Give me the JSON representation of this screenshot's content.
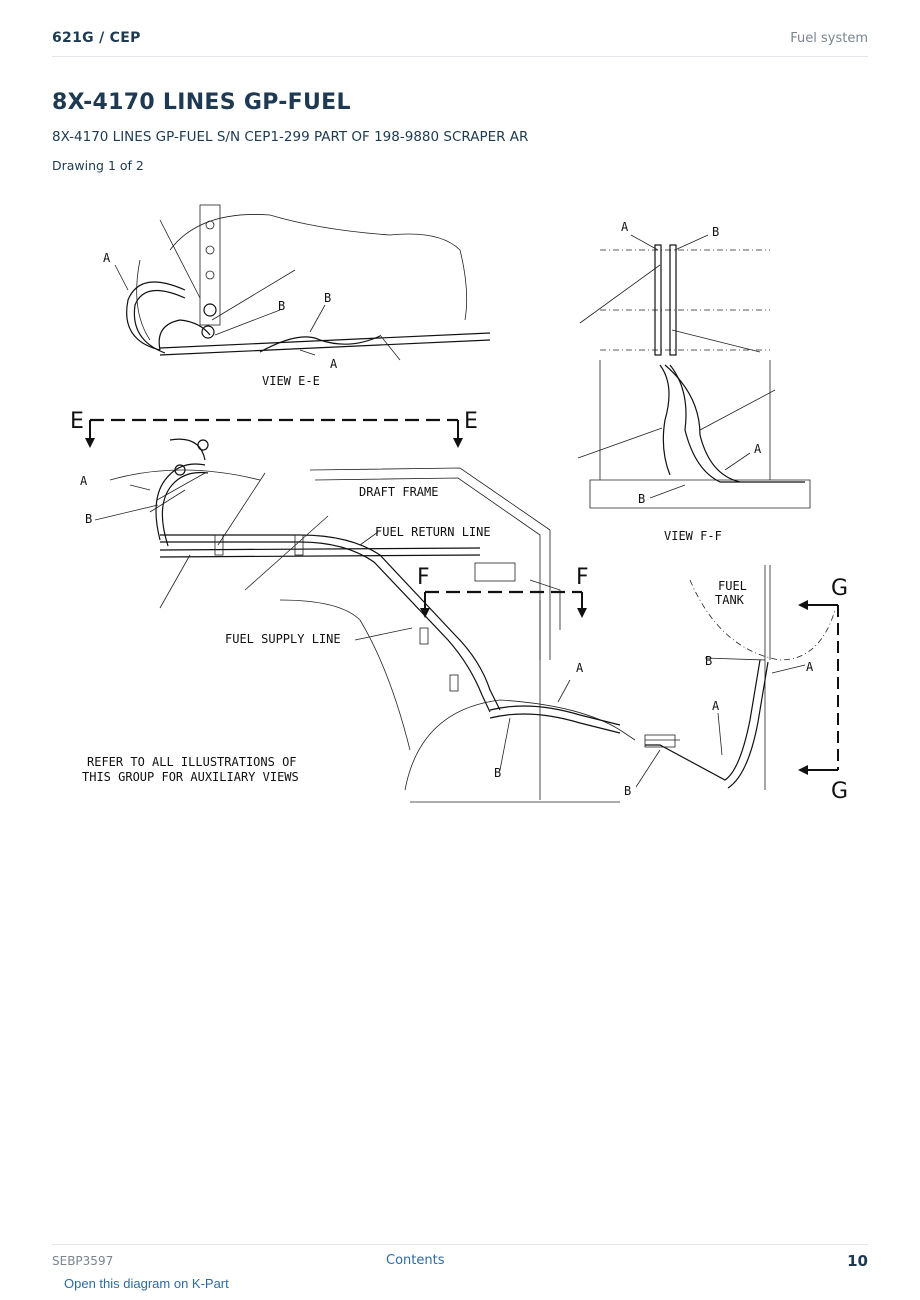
{
  "header": {
    "model": "621G  /  CEP",
    "section": "Fuel system"
  },
  "title": "8X-4170 LINES GP-FUEL",
  "subtitle": "8X-4170 LINES GP-FUEL S/N CEP1-299 PART OF 198-9880 SCRAPER AR",
  "drawing": "Drawing 1 of 2",
  "diagram": {
    "view_ee": "VIEW E-E",
    "view_ff": "VIEW F-F",
    "draft_frame": "DRAFT FRAME",
    "fuel_return_line": "FUEL RETURN LINE",
    "fuel_supply_line": "FUEL SUPPLY LINE",
    "fuel_tank_1": "FUEL",
    "fuel_tank_2": "TANK",
    "refer_1": "REFER TO ALL ILLUSTRATIONS OF",
    "refer_2": "THIS GROUP FOR AUXILIARY VIEWS",
    "a": "A",
    "b": "B",
    "e": "E",
    "f": "F",
    "g": "G"
  },
  "footer": {
    "doc_id": "SEBP3597",
    "contents": "Contents",
    "page": "10"
  },
  "link": "Open this diagram on K-Part"
}
